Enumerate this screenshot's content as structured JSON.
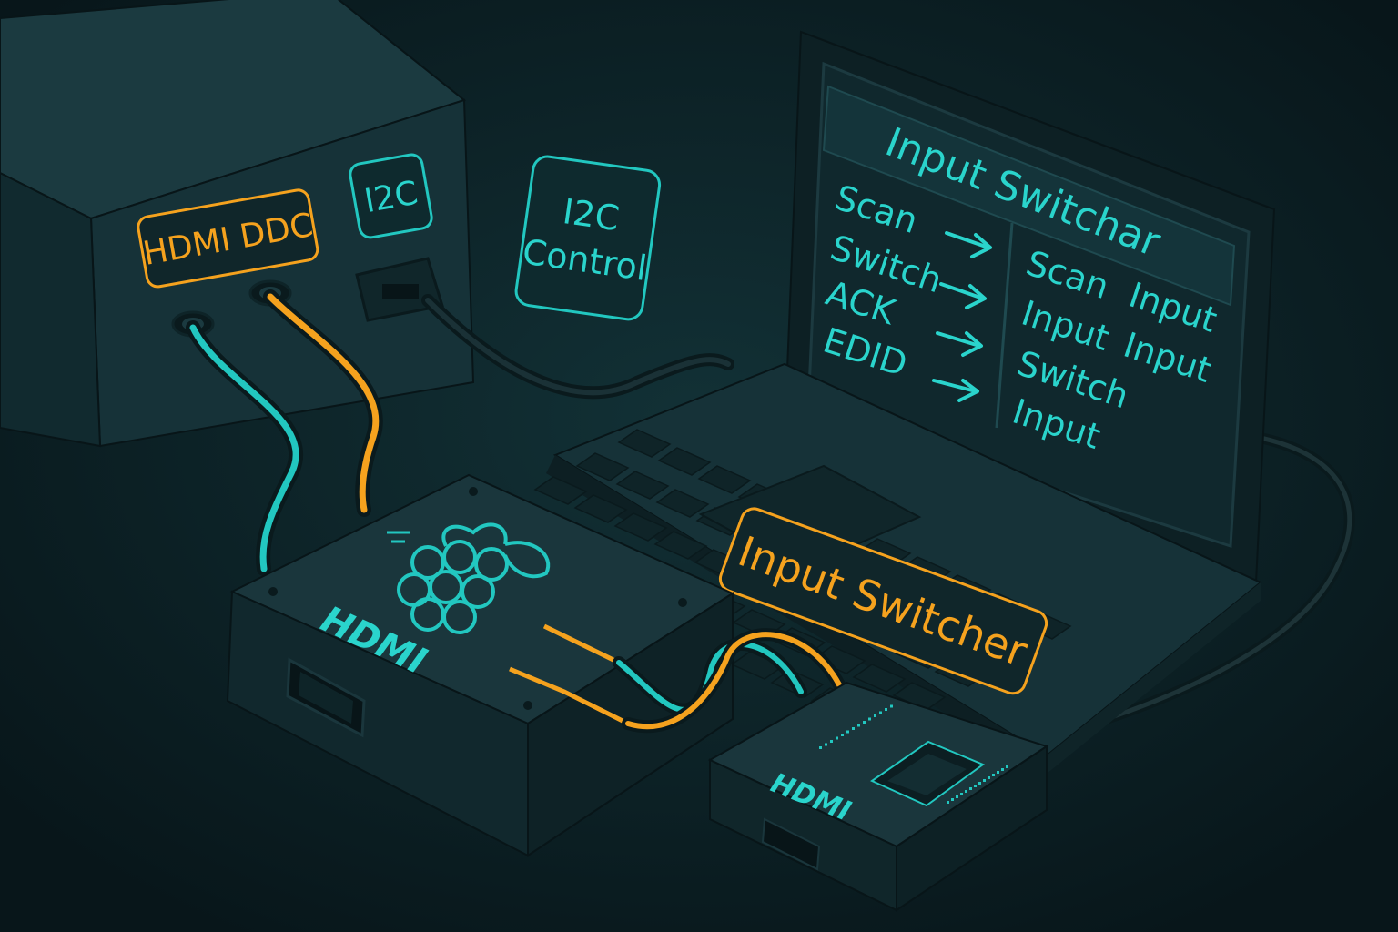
{
  "labels": {
    "hdmi_ddc": "HDMI DDC",
    "i2c_port": "I2C",
    "i2c_control_line1": "I2C",
    "i2c_control_line2": "Control",
    "input_switcher_tag": "Input Switcher",
    "pi_hdmi": "HDMI",
    "board_hdmi": "HDMI"
  },
  "laptop_screen": {
    "title": "Input Switchar",
    "left_column": [
      "Scan",
      "Switch",
      "ACK",
      "EDID"
    ],
    "right_column": [
      [
        "Scan",
        "Input"
      ],
      [
        "Input",
        "Input"
      ],
      [
        "Switch",
        ""
      ],
      [
        "Input",
        ""
      ]
    ]
  },
  "icons": [
    "raspberry-pi-logo-icon",
    "arrow-right-icon",
    "hdmi-port-icon",
    "chip-icon"
  ],
  "colors": {
    "background": "#0b1c20",
    "teal": "#2ad4cc",
    "orange": "#f5a21e",
    "device_body": "#163238"
  }
}
